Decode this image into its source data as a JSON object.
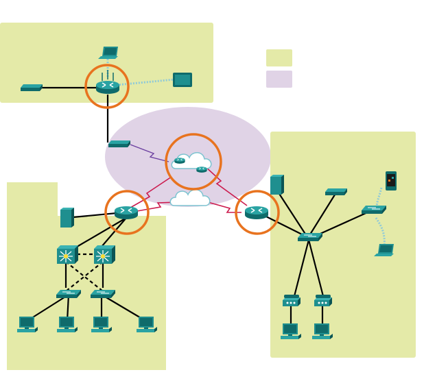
{
  "diagram": {
    "zones": [
      {
        "id": "home-lan",
        "kind": "LAN"
      },
      {
        "id": "wan-cloud",
        "kind": "WAN"
      },
      {
        "id": "campus-lan",
        "kind": "LAN"
      },
      {
        "id": "branch-lan",
        "kind": "LAN"
      }
    ],
    "legend": [
      {
        "id": "lan",
        "color": "#e4eaa8",
        "label": ""
      },
      {
        "id": "wan",
        "color": "#e0d3e6",
        "label": ""
      }
    ],
    "highlighted_devices": [
      "home-router",
      "isp-cloud-routers",
      "campus-router",
      "branch-router"
    ],
    "colors": {
      "lan_fill": "#e4eaa8",
      "wan_fill": "#e0d3e6",
      "device_teal": "#1f8f8f",
      "device_dark": "#0f6b6b",
      "highlight_ring": "#e8731f",
      "serial_link": "#cc1a4d",
      "wireless_link": "#8fcad8",
      "cable": "#000000"
    },
    "icons": [
      "laptop-icon",
      "wireless-router-icon",
      "tablet-icon",
      "hub-icon",
      "modem-icon",
      "cloud-icon",
      "router-icon",
      "server-icon",
      "multilayer-switch-icon",
      "switch-icon",
      "pc-icon",
      "smartphone-icon",
      "access-point-icon",
      "ip-phone-icon"
    ]
  }
}
